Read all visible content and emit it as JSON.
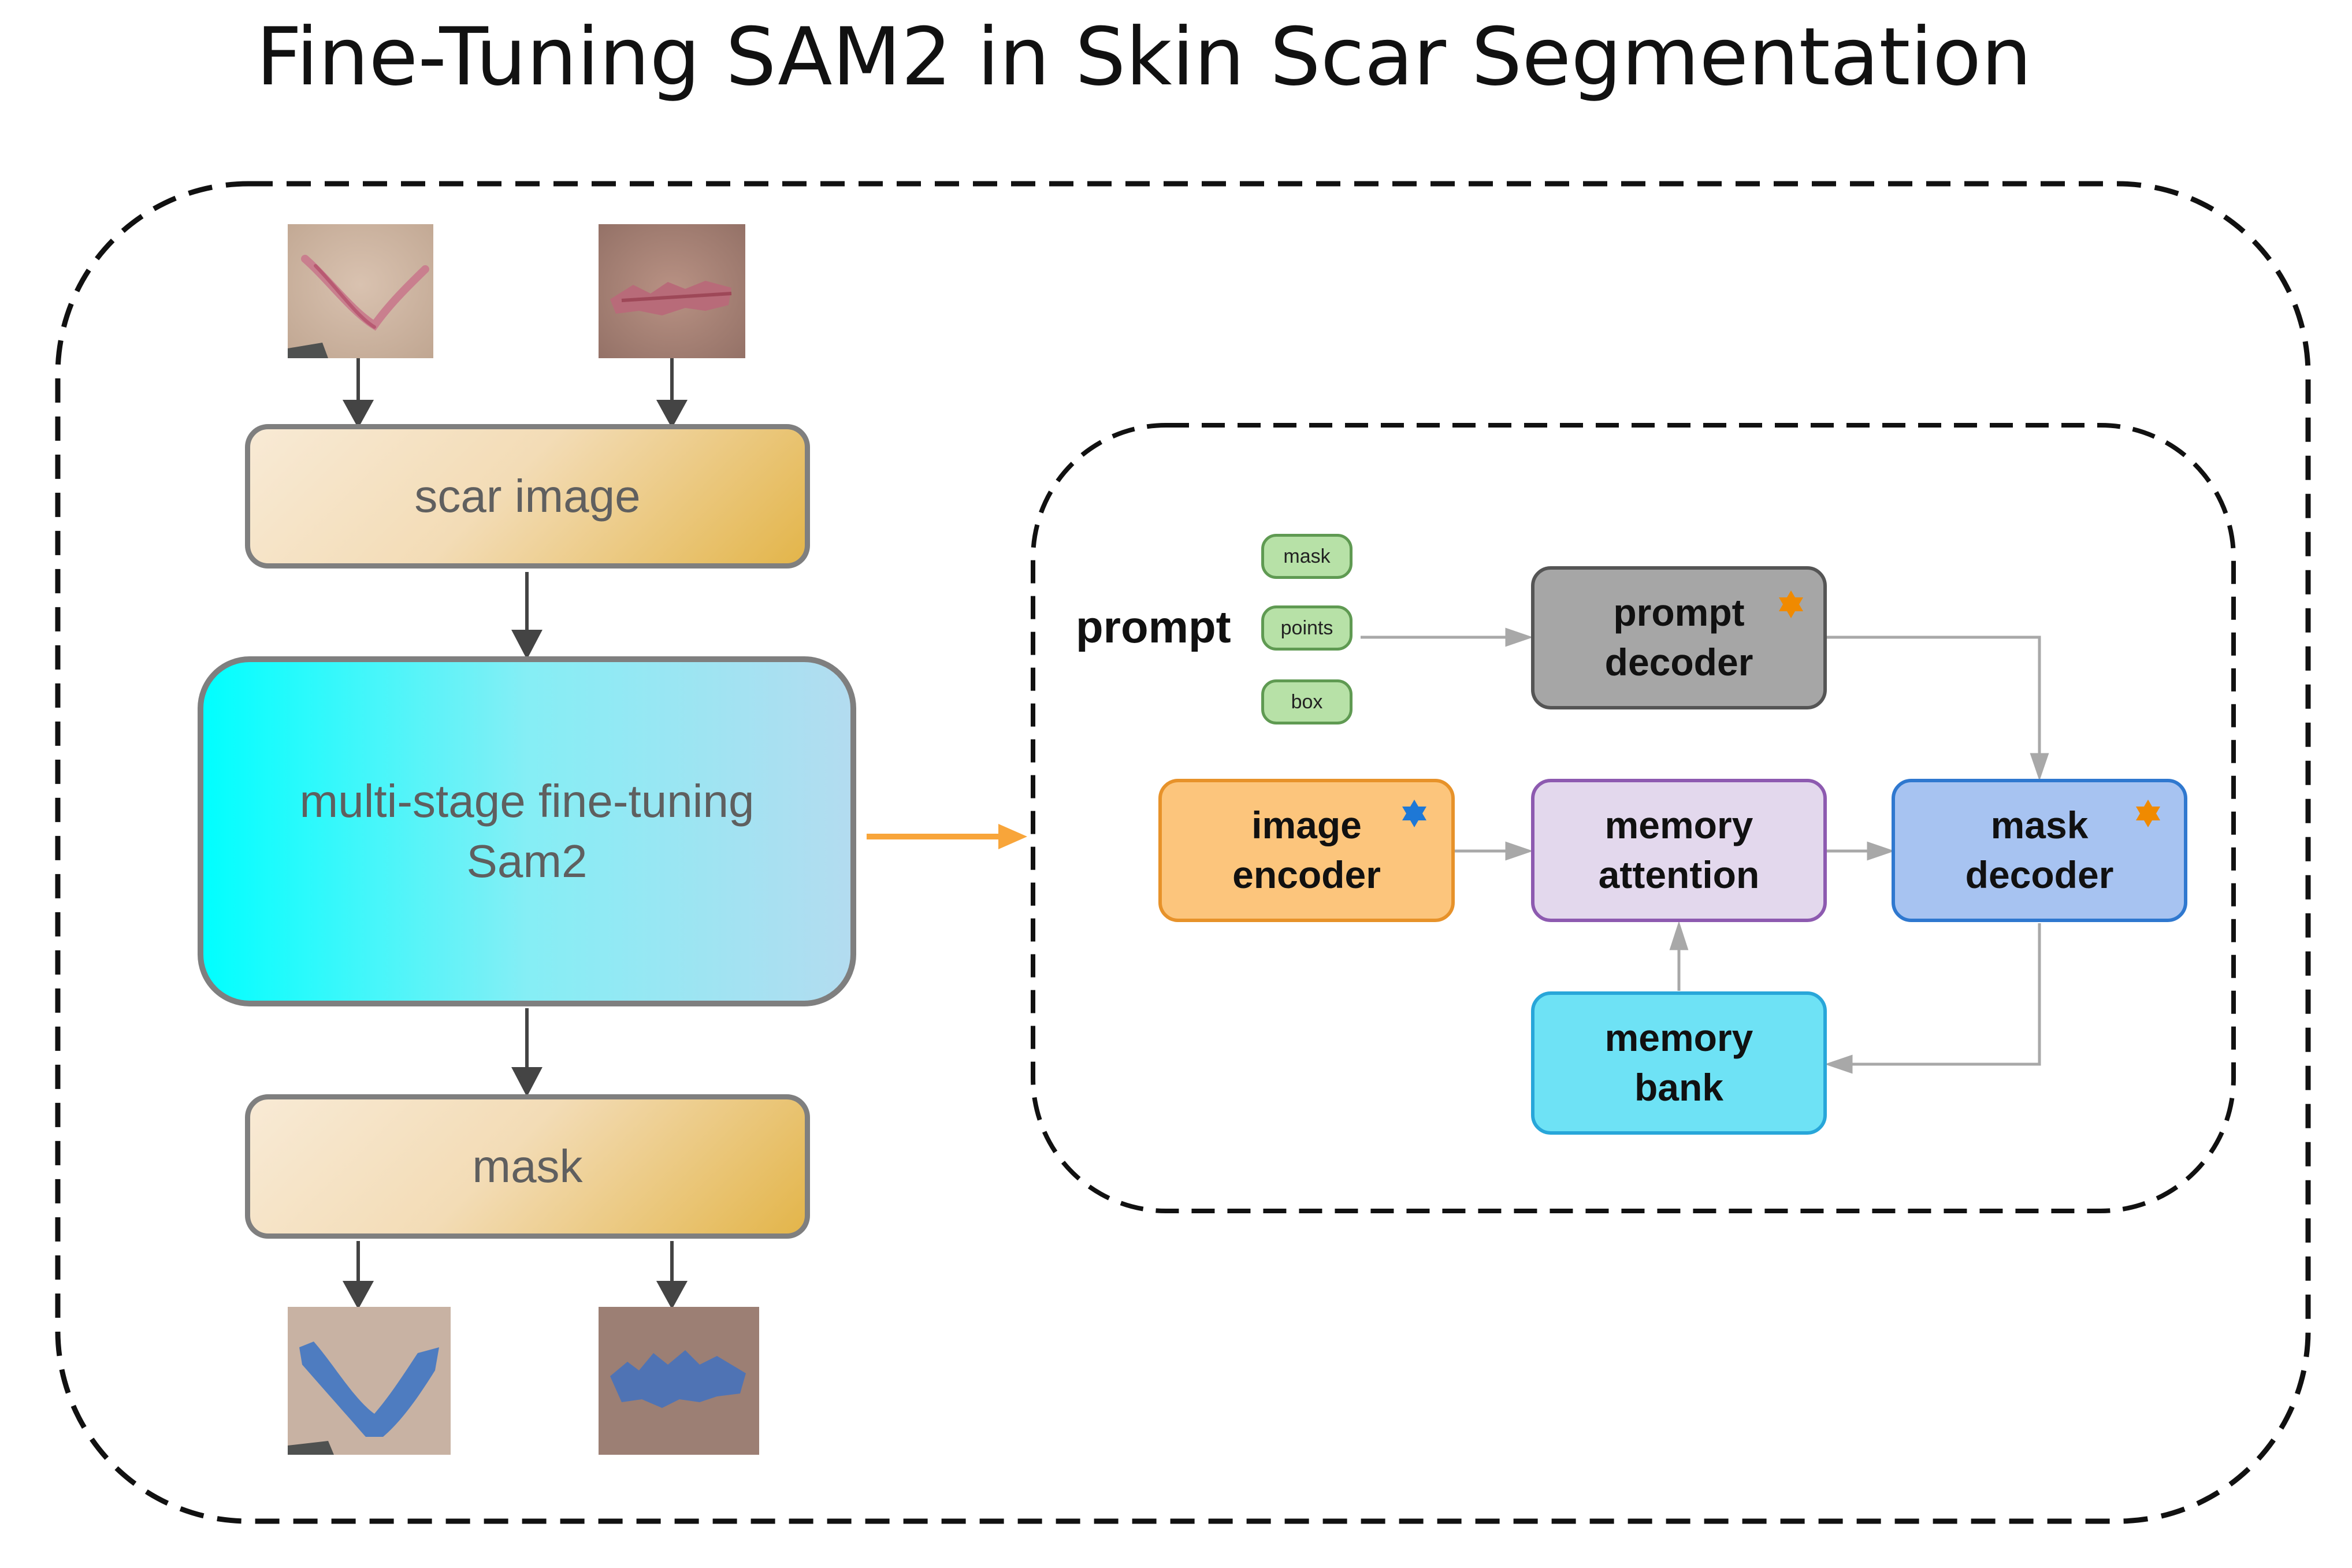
{
  "title": "Fine-Tuning SAM2 in Skin Scar Segmentation",
  "pipeline": {
    "input": "scar image",
    "finetune": "multi-stage fine-tuning\nSam2",
    "output": "mask"
  },
  "sam2": {
    "prompt_label": "prompt",
    "prompt_types": [
      "mask",
      "points",
      "box"
    ],
    "blocks": {
      "prompt_decoder": "prompt\ndecoder",
      "image_encoder": "image\nencoder",
      "memory_attention": "memory\nattention",
      "mask_decoder": "mask\ndecoder",
      "memory_bank": "memory\nbank"
    }
  },
  "colors": {
    "tan_light": "#f8ead5",
    "tan_dark": "#e3b54a",
    "cyan": "#00ffff",
    "cyan_light": "#b3dcf0",
    "prompt_decoder": "#a6a6a6",
    "image_encoder": "#fcc57c",
    "memory_attention": "#e3d8ed",
    "mask_decoder": "#a7c3f1",
    "memory_bank": "#6ee2f5",
    "arrow_orange": "#f8a53a",
    "star_orange": "#f08a00",
    "star_blue": "#1e78d6"
  },
  "icons": {
    "trainable_marker": "gear-star-icon"
  }
}
